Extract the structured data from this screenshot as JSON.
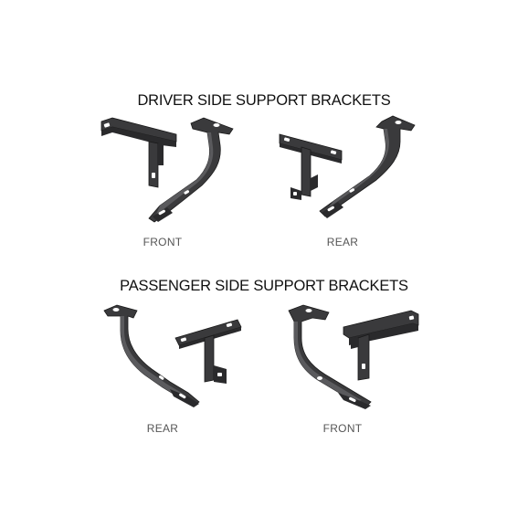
{
  "driver": {
    "title": "DRIVER SIDE SUPPORT BRACKETS",
    "front_label": "FRONT",
    "rear_label": "REAR"
  },
  "passenger": {
    "title": "PASSENGER SIDE SUPPORT BRACKETS",
    "rear_label": "REAR",
    "front_label": "FRONT"
  },
  "colors": {
    "bracket_fill": "#3a3a3c",
    "bracket_edge": "#1a1a1a",
    "bracket_highlight": "#6b6b6e",
    "hole": "#ffffff"
  }
}
